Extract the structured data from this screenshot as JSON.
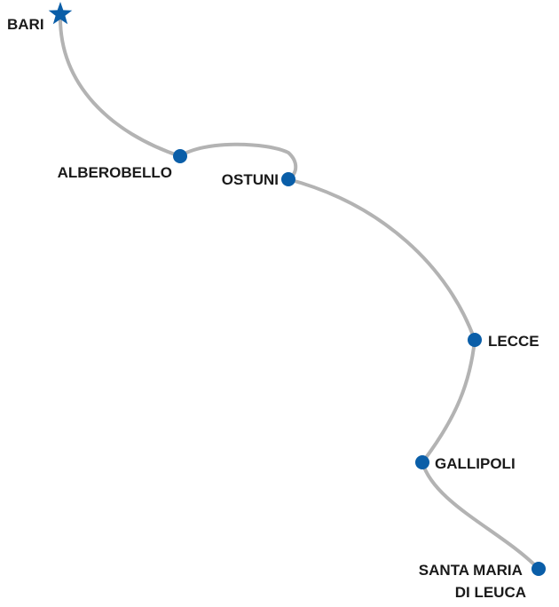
{
  "map": {
    "route_color": "#b3b3b3",
    "marker_color": "#0a5ea8",
    "label_color": "#1a1a1a",
    "start_marker_icon": "star-icon",
    "stop_marker_icon": "dot-icon",
    "stops": [
      {
        "id": "bari",
        "name": "BARI",
        "type": "start"
      },
      {
        "id": "alberobello",
        "name": "ALBEROBELLO",
        "type": "stop"
      },
      {
        "id": "ostuni",
        "name": "OSTUNI",
        "type": "stop"
      },
      {
        "id": "lecce",
        "name": "LECCE",
        "type": "stop"
      },
      {
        "id": "gallipoli",
        "name": "GALLIPOLI",
        "type": "stop"
      },
      {
        "id": "santa-maria-di-leuca",
        "name_lines": [
          "SANTA MARIA",
          "DI LEUCA"
        ],
        "type": "stop"
      }
    ]
  }
}
